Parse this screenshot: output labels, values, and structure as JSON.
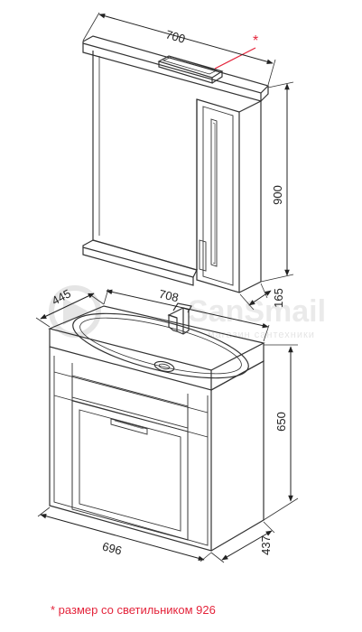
{
  "dimensions": {
    "mirror_width": "700",
    "mirror_height": "900",
    "mirror_depth": "165",
    "basin_width": "708",
    "basin_depth": "445",
    "cabinet_height": "650",
    "cabinet_width": "696",
    "cabinet_depth": "437"
  },
  "marker": "*",
  "footnote": "* размер со светильником 926",
  "watermark": {
    "brand": "SanSmail",
    "tagline": "магазин сантехники"
  },
  "colors": {
    "line": "#333333",
    "accent": "#e4243b",
    "watermark": "#d9d9d9"
  }
}
